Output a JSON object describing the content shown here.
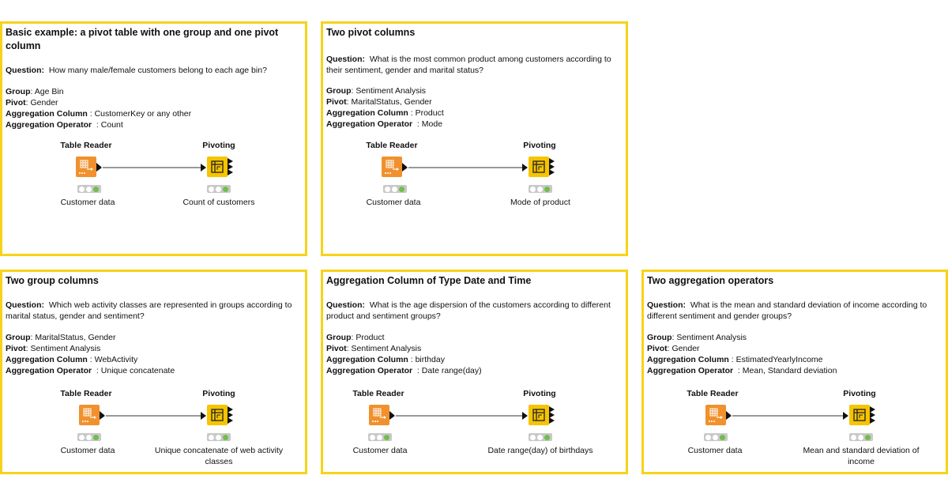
{
  "colors": {
    "border": "#f6d31a",
    "reader": "#f0912d",
    "pivot": "#f6c400",
    "ok": "#6fbf4a"
  },
  "labels": {
    "group": "Group",
    "pivot": "Pivot",
    "agg_col": "Aggregation Column",
    "agg_op": "Aggregation Operator",
    "question": "Question:"
  },
  "panels": [
    {
      "title": "Basic example: a pivot table with one group and one pivot column",
      "question": "How many male/female customers belong to each age bin?",
      "group": "Age Bin",
      "pivot": "Gender",
      "agg_col": "CustomerKey or any other",
      "agg_op": "Count",
      "node1": {
        "title": "Table Reader",
        "caption": "Customer data"
      },
      "node2": {
        "title": "Pivoting",
        "caption": "Count of customers"
      }
    },
    {
      "title": "Two pivot columns",
      "question": "What is the most common product among customers according to their sentiment, gender and marital status?",
      "group": "Sentiment Analysis",
      "pivot": "MaritalStatus, Gender",
      "agg_col": "Product",
      "agg_op": "Mode",
      "node1": {
        "title": "Table Reader",
        "caption": "Customer data"
      },
      "node2": {
        "title": "Pivoting",
        "caption": "Mode of product"
      }
    },
    {
      "title": "Two group columns",
      "question": "Which web activity classes are represented in groups according to marital status, gender and sentiment?",
      "group": "MaritalStatus, Gender",
      "pivot": "Sentiment Analysis",
      "agg_col": "WebActivity",
      "agg_op": "Unique concatenate",
      "node1": {
        "title": "Table Reader",
        "caption": "Customer data"
      },
      "node2": {
        "title": "Pivoting",
        "caption": "Unique concatenate of web activity classes"
      }
    },
    {
      "title": "Aggregation Column of Type Date and Time",
      "question": "What is the age dispersion of the customers according to different product and sentiment groups?",
      "group": "Product",
      "pivot": "Sentiment Analysis",
      "agg_col": "birthday",
      "agg_op": "Date range(day)",
      "node1": {
        "title": "Table Reader",
        "caption": "Customer data"
      },
      "node2": {
        "title": "Pivoting",
        "caption": "Date range(day) of birthdays"
      }
    },
    {
      "title": "Two aggregation operators",
      "question": "What is the mean and standard deviation of income according to different sentiment and gender groups?",
      "group": "Sentiment Analysis",
      "pivot": "Gender",
      "agg_col": "EstimatedYearlyIncome",
      "agg_op": "Mean, Standard deviation",
      "node1": {
        "title": "Table Reader",
        "caption": "Customer data"
      },
      "node2": {
        "title": "Pivoting",
        "caption": "Mean and standard deviation of income"
      }
    }
  ]
}
